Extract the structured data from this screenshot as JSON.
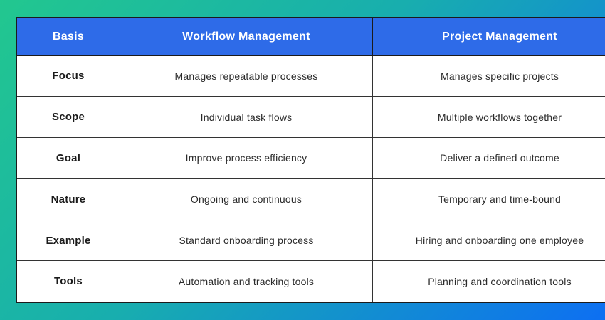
{
  "background": {
    "gradient_start_color": "#22C78F",
    "gradient_end_color": "#0D6FF2"
  },
  "table": {
    "header_bg_color": "#2E6BE8",
    "header_text_color": "#FFFFFF",
    "border_color": "#1B1B1B",
    "columns": [
      "Basis",
      "Workflow Management",
      "Project Management"
    ],
    "rows": [
      {
        "basis": "Focus",
        "workflow": "Manages repeatable processes",
        "project": "Manages specific projects"
      },
      {
        "basis": "Scope",
        "workflow": "Individual task flows",
        "project": "Multiple workflows together"
      },
      {
        "basis": "Goal",
        "workflow": "Improve process efficiency",
        "project": "Deliver a defined outcome"
      },
      {
        "basis": "Nature",
        "workflow": "Ongoing and continuous",
        "project": "Temporary and time-bound"
      },
      {
        "basis": "Example",
        "workflow": "Standard onboarding process",
        "project": "Hiring and onboarding one employee"
      },
      {
        "basis": "Tools",
        "workflow": "Automation and tracking tools",
        "project": "Planning and coordination tools"
      }
    ]
  }
}
